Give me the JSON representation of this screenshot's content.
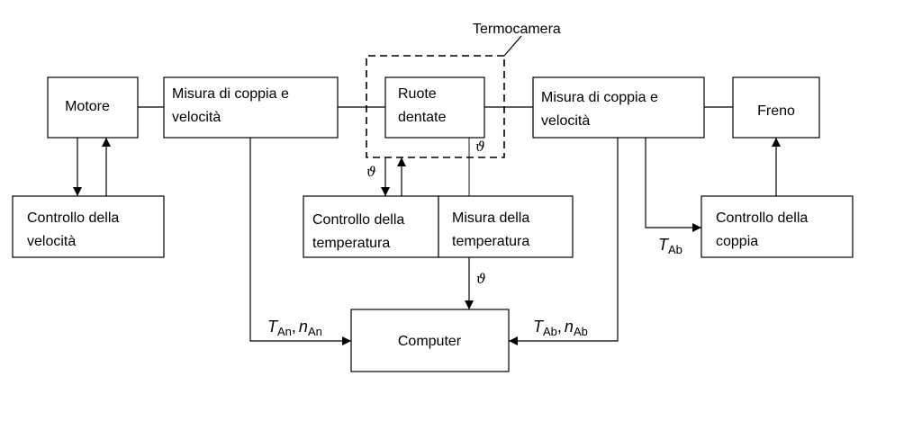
{
  "blocks": {
    "motor": {
      "label": "Motore"
    },
    "speed_control": {
      "line1": "Controllo della",
      "line2": "velocità"
    },
    "measure_left": {
      "line1": "Misura di coppia e",
      "line2": "velocità"
    },
    "gears": {
      "line1": "Ruote",
      "line2": "dentate"
    },
    "thermal_camera": {
      "label": "Termocamera"
    },
    "temp_control": {
      "line1": "Controllo della",
      "line2": "temperatura"
    },
    "temp_measure": {
      "line1": "Misura della",
      "line2": "temperatura"
    },
    "measure_right": {
      "line1": "Misura di coppia e",
      "line2": "velocità"
    },
    "brake": {
      "label": "Freno"
    },
    "torque_control": {
      "line1": "Controllo della",
      "line2": "coppia"
    },
    "computer": {
      "label": "Computer"
    }
  },
  "signals": {
    "theta": "ϑ",
    "input": {
      "t": "T",
      "t_sub": "An",
      "sep": ",",
      "n": "n",
      "n_sub": "An"
    },
    "output": {
      "t": "T",
      "t_sub": "Ab",
      "sep": ",",
      "n": "n",
      "n_sub": "Ab"
    },
    "brake_torque": {
      "t": "T",
      "t_sub": "Ab"
    }
  }
}
